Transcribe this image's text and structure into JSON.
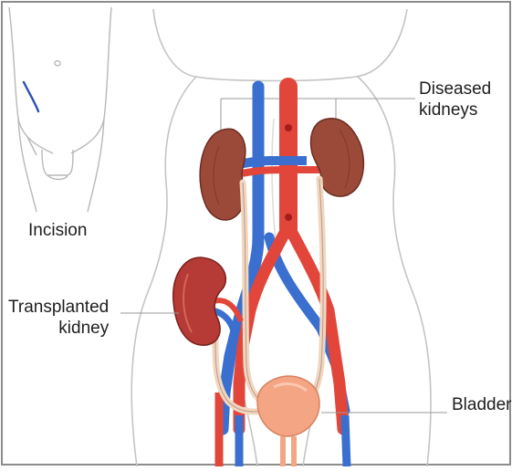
{
  "labels": {
    "diseased_line1": "Diseased",
    "diseased_line2": "kidneys",
    "transplanted_line1": "Transplanted",
    "transplanted_line2": "kidney",
    "incision": "Incision",
    "bladder": "Bladder"
  },
  "colors": {
    "artery": "#e2463a",
    "vein": "#3a6fd0",
    "diseased_kidney": "#9b4a3a",
    "transplanted_kidney": "#b63a35",
    "ureter": "#f1d6c0",
    "bladder": "#f4a584",
    "outline": "#b9b9b9",
    "incision": "#2b50b8"
  }
}
